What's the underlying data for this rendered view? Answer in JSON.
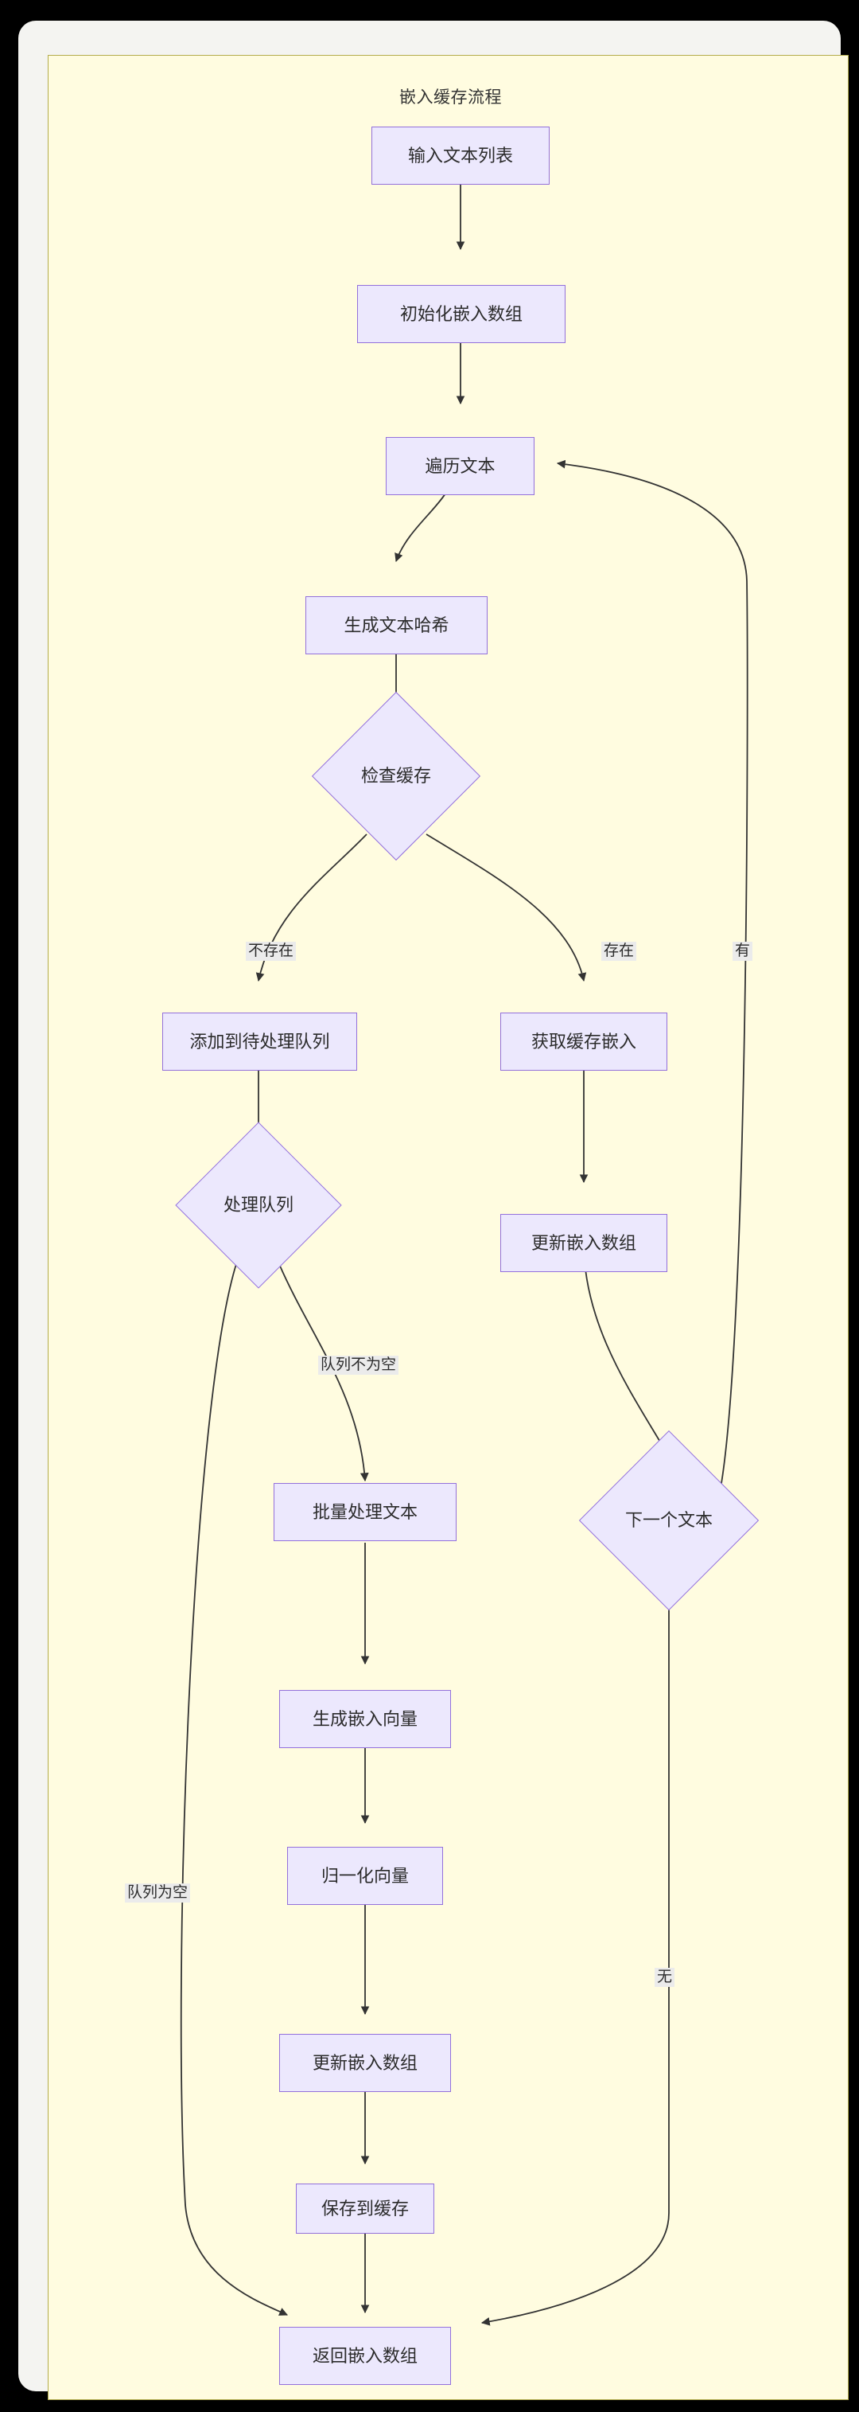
{
  "diagram": {
    "title": "嵌入缓存流程",
    "background_color": "#fffce0",
    "border_color": "#b3ac4c",
    "node_fill": "#ece8fd",
    "node_border": "#9370db",
    "edge_color": "#333333",
    "edge_label_bg": "#ebebeb",
    "type": "flowchart",
    "nodes": [
      {
        "id": "input_texts",
        "shape": "rect",
        "label": "输入文本列表"
      },
      {
        "id": "init_array",
        "shape": "rect",
        "label": "初始化嵌入数组"
      },
      {
        "id": "iterate_texts",
        "shape": "rect",
        "label": "遍历文本"
      },
      {
        "id": "gen_hash",
        "shape": "rect",
        "label": "生成文本哈希"
      },
      {
        "id": "check_cache",
        "shape": "diamond",
        "label": "检查缓存"
      },
      {
        "id": "add_to_queue",
        "shape": "rect",
        "label": "添加到待处理队列"
      },
      {
        "id": "get_cached",
        "shape": "rect",
        "label": "获取缓存嵌入"
      },
      {
        "id": "process_queue",
        "shape": "diamond",
        "label": "处理队列"
      },
      {
        "id": "update_array_r",
        "shape": "rect",
        "label": "更新嵌入数组"
      },
      {
        "id": "batch_process",
        "shape": "rect",
        "label": "批量处理文本"
      },
      {
        "id": "next_text",
        "shape": "diamond",
        "label": "下一个文本"
      },
      {
        "id": "gen_vectors",
        "shape": "rect",
        "label": "生成嵌入向量"
      },
      {
        "id": "normalize",
        "shape": "rect",
        "label": "归一化向量"
      },
      {
        "id": "update_array_l",
        "shape": "rect",
        "label": "更新嵌入数组"
      },
      {
        "id": "save_cache",
        "shape": "rect",
        "label": "保存到缓存"
      },
      {
        "id": "return_array",
        "shape": "rect",
        "label": "返回嵌入数组"
      }
    ],
    "edges": [
      {
        "from": "input_texts",
        "to": "init_array",
        "label": ""
      },
      {
        "from": "init_array",
        "to": "iterate_texts",
        "label": ""
      },
      {
        "from": "iterate_texts",
        "to": "gen_hash",
        "label": ""
      },
      {
        "from": "gen_hash",
        "to": "check_cache",
        "label": ""
      },
      {
        "from": "check_cache",
        "to": "add_to_queue",
        "label": "不存在"
      },
      {
        "from": "check_cache",
        "to": "get_cached",
        "label": "存在"
      },
      {
        "from": "add_to_queue",
        "to": "process_queue",
        "label": ""
      },
      {
        "from": "get_cached",
        "to": "update_array_r",
        "label": ""
      },
      {
        "from": "update_array_r",
        "to": "next_text",
        "label": ""
      },
      {
        "from": "next_text",
        "to": "iterate_texts",
        "label": "有"
      },
      {
        "from": "next_text",
        "to": "return_array",
        "label": "无"
      },
      {
        "from": "process_queue",
        "to": "batch_process",
        "label": "队列不为空"
      },
      {
        "from": "process_queue",
        "to": "return_array",
        "label": "队列为空"
      },
      {
        "from": "batch_process",
        "to": "gen_vectors",
        "label": ""
      },
      {
        "from": "gen_vectors",
        "to": "normalize",
        "label": ""
      },
      {
        "from": "normalize",
        "to": "update_array_l",
        "label": ""
      },
      {
        "from": "update_array_l",
        "to": "save_cache",
        "label": ""
      },
      {
        "from": "save_cache",
        "to": "return_array",
        "label": ""
      }
    ],
    "edge_labels": {
      "not_exists": "不存在",
      "exists": "存在",
      "has_next": "有",
      "no_next": "无",
      "queue_not_empty": "队列不为空",
      "queue_empty": "队列为空"
    }
  }
}
